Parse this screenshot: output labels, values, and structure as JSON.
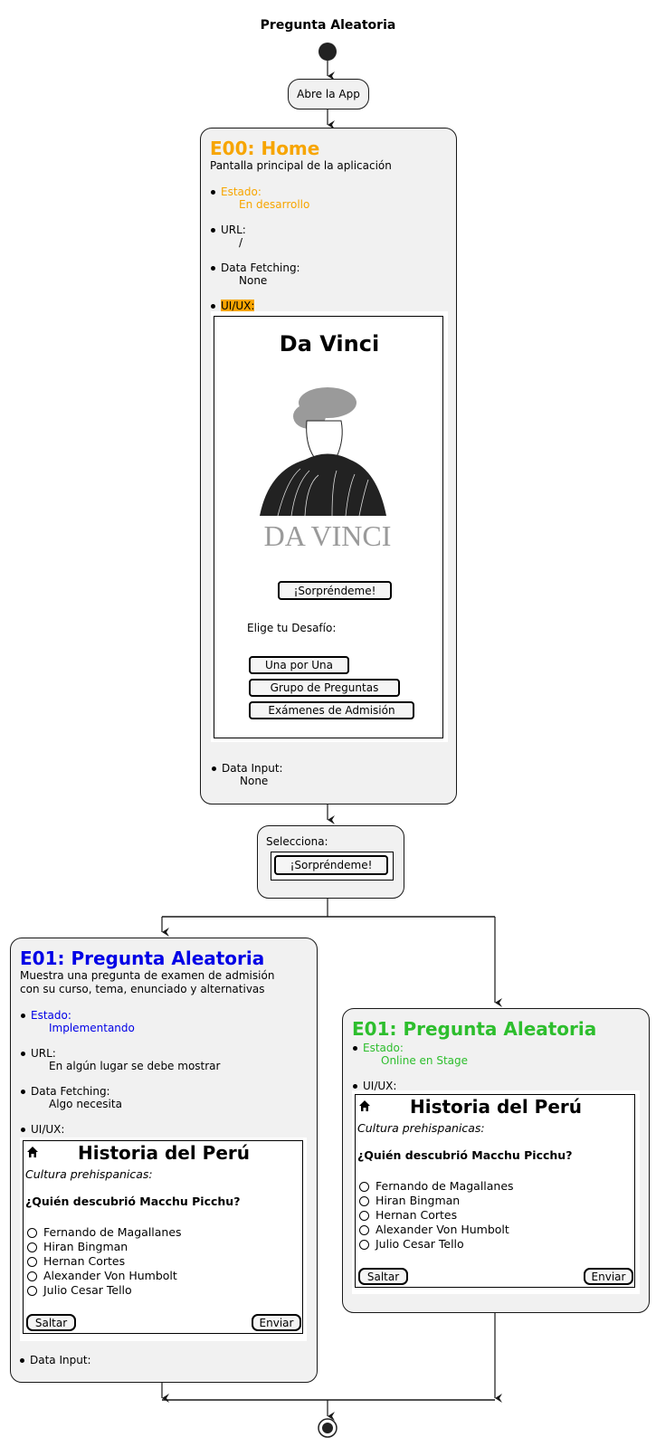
{
  "diagram": {
    "title": "Pregunta Aleatoria",
    "start_action": "Abre la App",
    "home": {
      "heading": "E00: Home",
      "description": "Pantalla principal de la aplicación",
      "estado_label": "Estado:",
      "estado_value": "En desarrollo",
      "url_label": "URL:",
      "url_value": "/",
      "fetch_label": "Data Fetching:",
      "fetch_value": "None",
      "uiux_label": "UI/UX:",
      "input_label": "Data Input:",
      "input_value": "None",
      "color": "#f7a500",
      "mock": {
        "app_title": "Da Vinci",
        "logo_text": "DA VINCI",
        "surprise_button": "¡Sorpréndeme!",
        "challenge_label": "Elige tu Desafío:",
        "one_by_one_button": "Una por Una",
        "group_button": "Grupo de Preguntas",
        "exams_button": "Exámenes de Admisión"
      }
    },
    "select_node": {
      "label": "Selecciona:",
      "button": "¡Sorpréndeme!"
    },
    "e01_left": {
      "heading": "E01: Pregunta Aleatoria",
      "description_line1": "Muestra una pregunta de examen de admisión",
      "description_line2": "con su curso, tema, enunciado y alternativas",
      "estado_label": "Estado:",
      "estado_value": "Implementando",
      "url_label": "URL:",
      "url_value": "En algún lugar se debe mostrar",
      "fetch_label": "Data Fetching:",
      "fetch_value": "Algo necesita",
      "uiux_label": "UI/UX:",
      "input_label": "Data Input:",
      "color": "#0000e6"
    },
    "e01_right": {
      "heading": "E01: Pregunta Aleatoria",
      "estado_label": "Estado:",
      "estado_value": "Online en Stage",
      "uiux_label": "UI/UX:",
      "color": "#2dbe2d"
    },
    "question_mock": {
      "home_icon": "home-icon",
      "course": "Historia del Perú",
      "topic": "Cultura prehispanicas:",
      "question": "¿Quién descubrió Macchu Picchu?",
      "options": [
        "Fernando de Magallanes",
        "Hiran Bingman",
        "Hernan Cortes",
        "Alexander Von Humbolt",
        "Julio Cesar Tello"
      ],
      "skip_button": "Saltar",
      "send_button": "Enviar"
    }
  }
}
